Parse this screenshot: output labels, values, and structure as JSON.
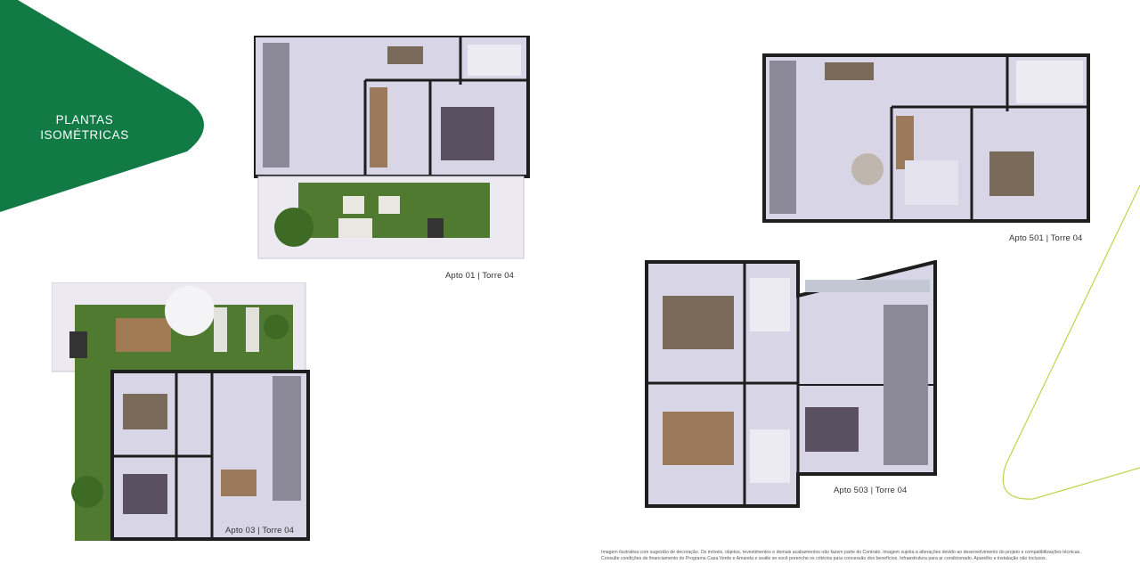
{
  "banner": {
    "title_line1": "PLANTAS",
    "title_line2": "ISOMÉTRICAS",
    "color": "#117a45"
  },
  "plans": [
    {
      "caption": "Apto 01 | Torre 04"
    },
    {
      "caption": "Apto 03 | Torre 04"
    },
    {
      "caption": "Apto 501 | Torre 04"
    },
    {
      "caption": "Apto 503 | Torre 04"
    }
  ],
  "footer": {
    "line1": "Imagem ilustrativa com sugestão de decoração. Os móveis, objetos, revestimentos e demais acabamentos não fazem parte do Contrato. Imagem sujeita a alterações devido ao desenvolvimento do projeto e compatibilizações técnicas.",
    "line2": "Consulte condições de financiamento do Programa Casa Verde e Amarela e avalie se você preenche os critérios para concessão dos benefícios. Infraestrutura para ar condicionado. Aparelho e instalação não inclusos."
  },
  "colors": {
    "accent_green": "#117a45",
    "line_green": "#b8d64a",
    "wall": "#1e1e1e",
    "floor": "#d8d6e6",
    "lawn": "#4f7a2f"
  }
}
